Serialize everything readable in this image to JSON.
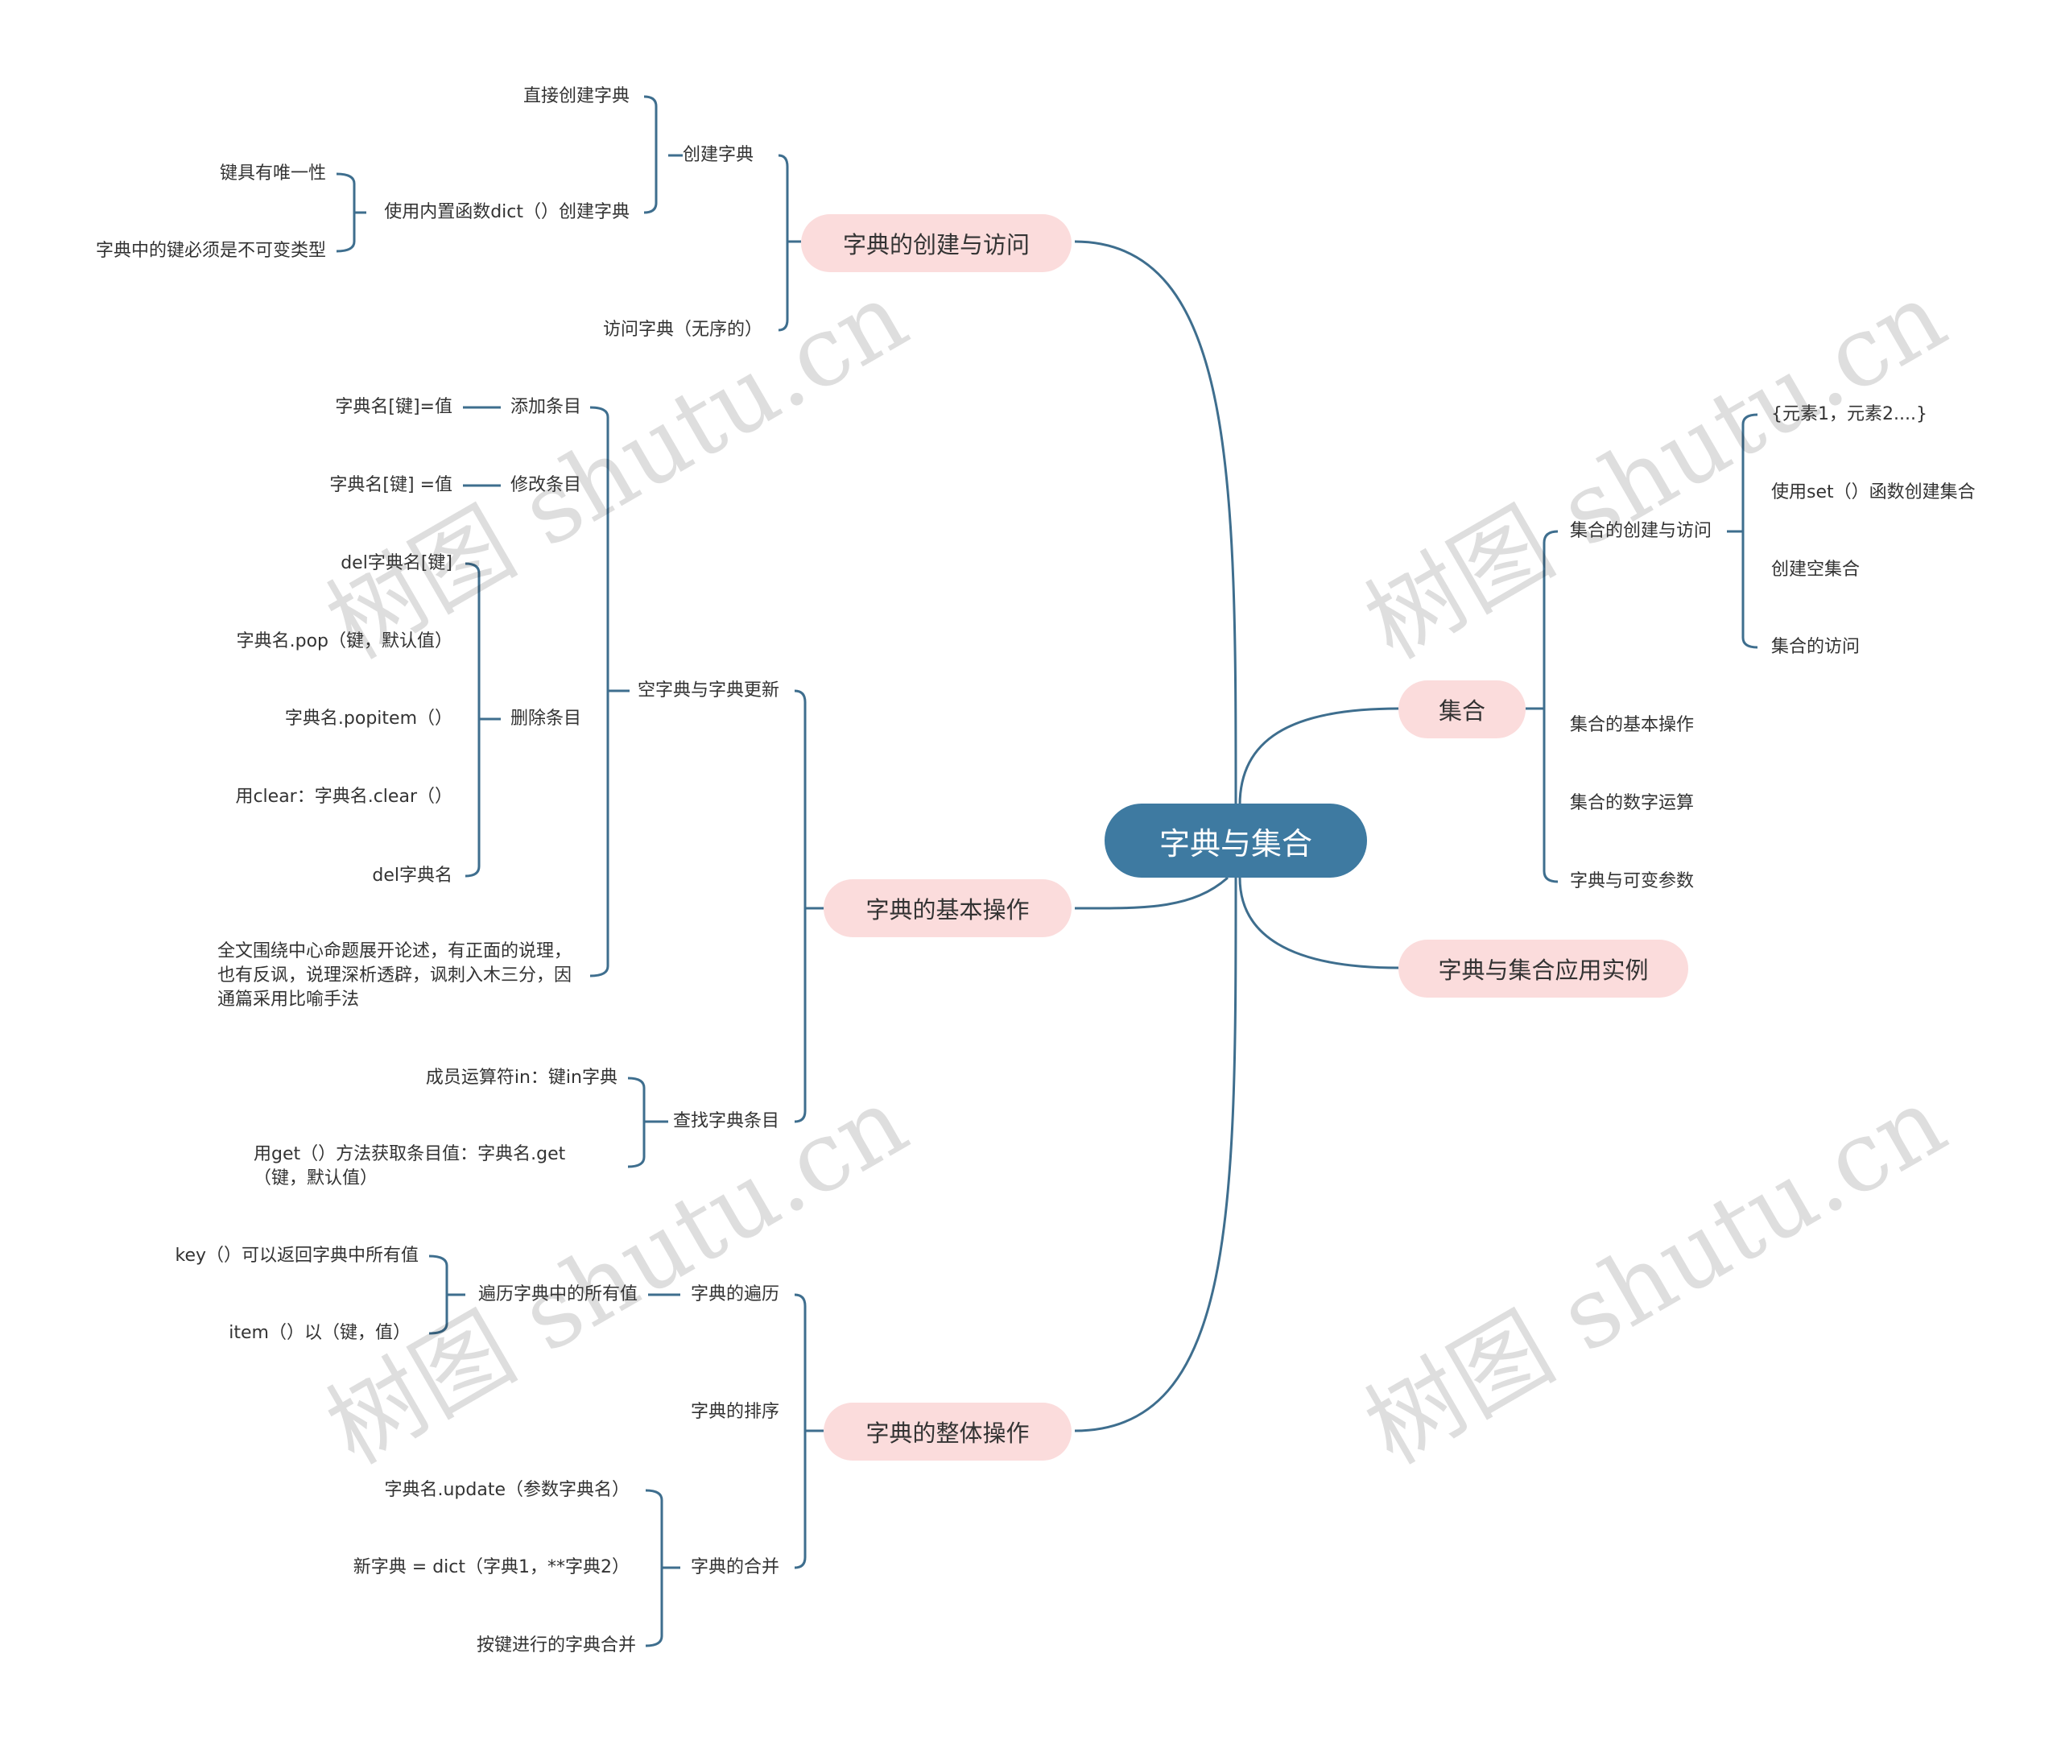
{
  "root": "字典与集合",
  "watermark": "树图 shutu.cn",
  "branches": {
    "create_access": {
      "label": "字典的创建与访问",
      "create": "创建字典",
      "direct": "直接创建字典",
      "dict_func": "使用内置函数dict（）创建字典",
      "unique": "键具有唯一性",
      "immutable": "字典中的键必须是不可变类型",
      "access": "访问字典（无序的）"
    },
    "basic_ops": {
      "label": "字典的基本操作",
      "empty_update": "空字典与字典更新",
      "add": "添加条目",
      "add_syntax": "字典名[键]=值",
      "modify": "修改条目",
      "modify_syntax": "字典名[键] =值",
      "delete": "删除条目",
      "del_key": "del字典名[键]",
      "pop": "字典名.pop（键，默认值）",
      "popitem": "字典名.popitem（）",
      "clear": "用clear：字典名.clear（）",
      "del_dict": "del字典名",
      "note": "全文围绕中心命题展开论述，有正面的说理，也有反讽，说理深析透辟，讽刺入木三分，因通篇采用比喻手法",
      "find": "查找字典条目",
      "in_op": "成员运算符in：键in字典",
      "get": "用get（）方法获取条目值：字典名.get（键，默认值）"
    },
    "whole_ops": {
      "label": "字典的整体操作",
      "traverse": "字典的遍历",
      "traverse_all": "遍历字典中的所有值",
      "keys": "key（）可以返回字典中所有值",
      "items": "item（）以（键，值）",
      "sort": "字典的排序",
      "merge": "字典的合并",
      "update": "字典名.update（参数字典名）",
      "new_dict": "新字典 = dict（字典1，**字典2）",
      "by_key": "按键进行的字典合并"
    },
    "sets": {
      "label": "集合",
      "create_access": "集合的创建与访问",
      "literal": "{元素1，元素2....}",
      "set_func": "使用set（）函数创建集合",
      "empty": "创建空集合",
      "visit": "集合的访问",
      "basic": "集合的基本操作",
      "math": "集合的数字运算",
      "varargs": "字典与可变参数"
    },
    "examples": {
      "label": "字典与集合应用实例"
    }
  },
  "colors": {
    "root_fill": "#3e7aa1",
    "main_fill": "#fbdcdc",
    "line": "#3e6e8e",
    "text": "#333333"
  }
}
